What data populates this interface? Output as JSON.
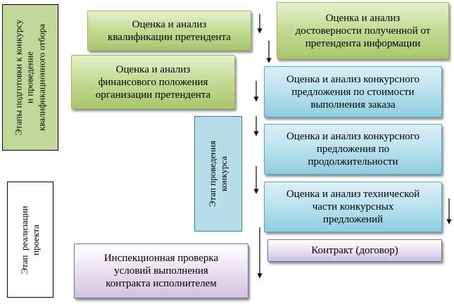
{
  "stages": {
    "preparation": "Этапы подготовки к конкурсу\nи проведение\nквалификационного отбора",
    "competition": "Этап проведения\nконкурса",
    "implementation": "Этап  реализации\nпроекта"
  },
  "boxes": {
    "qualification": "Оценка и анализ\nквалификации претендента",
    "reliability": "Оценка и анализ\nдостоверности полученной от\nпретендента информации",
    "financial": "Оценка и анализ\nфинансового положения\nорганизации претендента",
    "cost": "Оценка и анализ конкурсного\nпредложения по стоимости\nвыполнения заказа",
    "duration": "Оценка и анализ конкурсного\nпредложения по\nпродолжительности",
    "technical": "Оценка и анализ технической\nчасти конкурсных\nпредложений",
    "contract": "Контракт (договор)",
    "inspection": "Инспекционная проверка\nусловий выполнения\nконтракта исполнителем"
  },
  "colors": {
    "preparation_stage": "#c4d79b",
    "competition_stage": "#b7dee8",
    "green_box": "#c7dc98",
    "blue_box": "#bde3ee",
    "purple_box": "#ece5f3"
  }
}
